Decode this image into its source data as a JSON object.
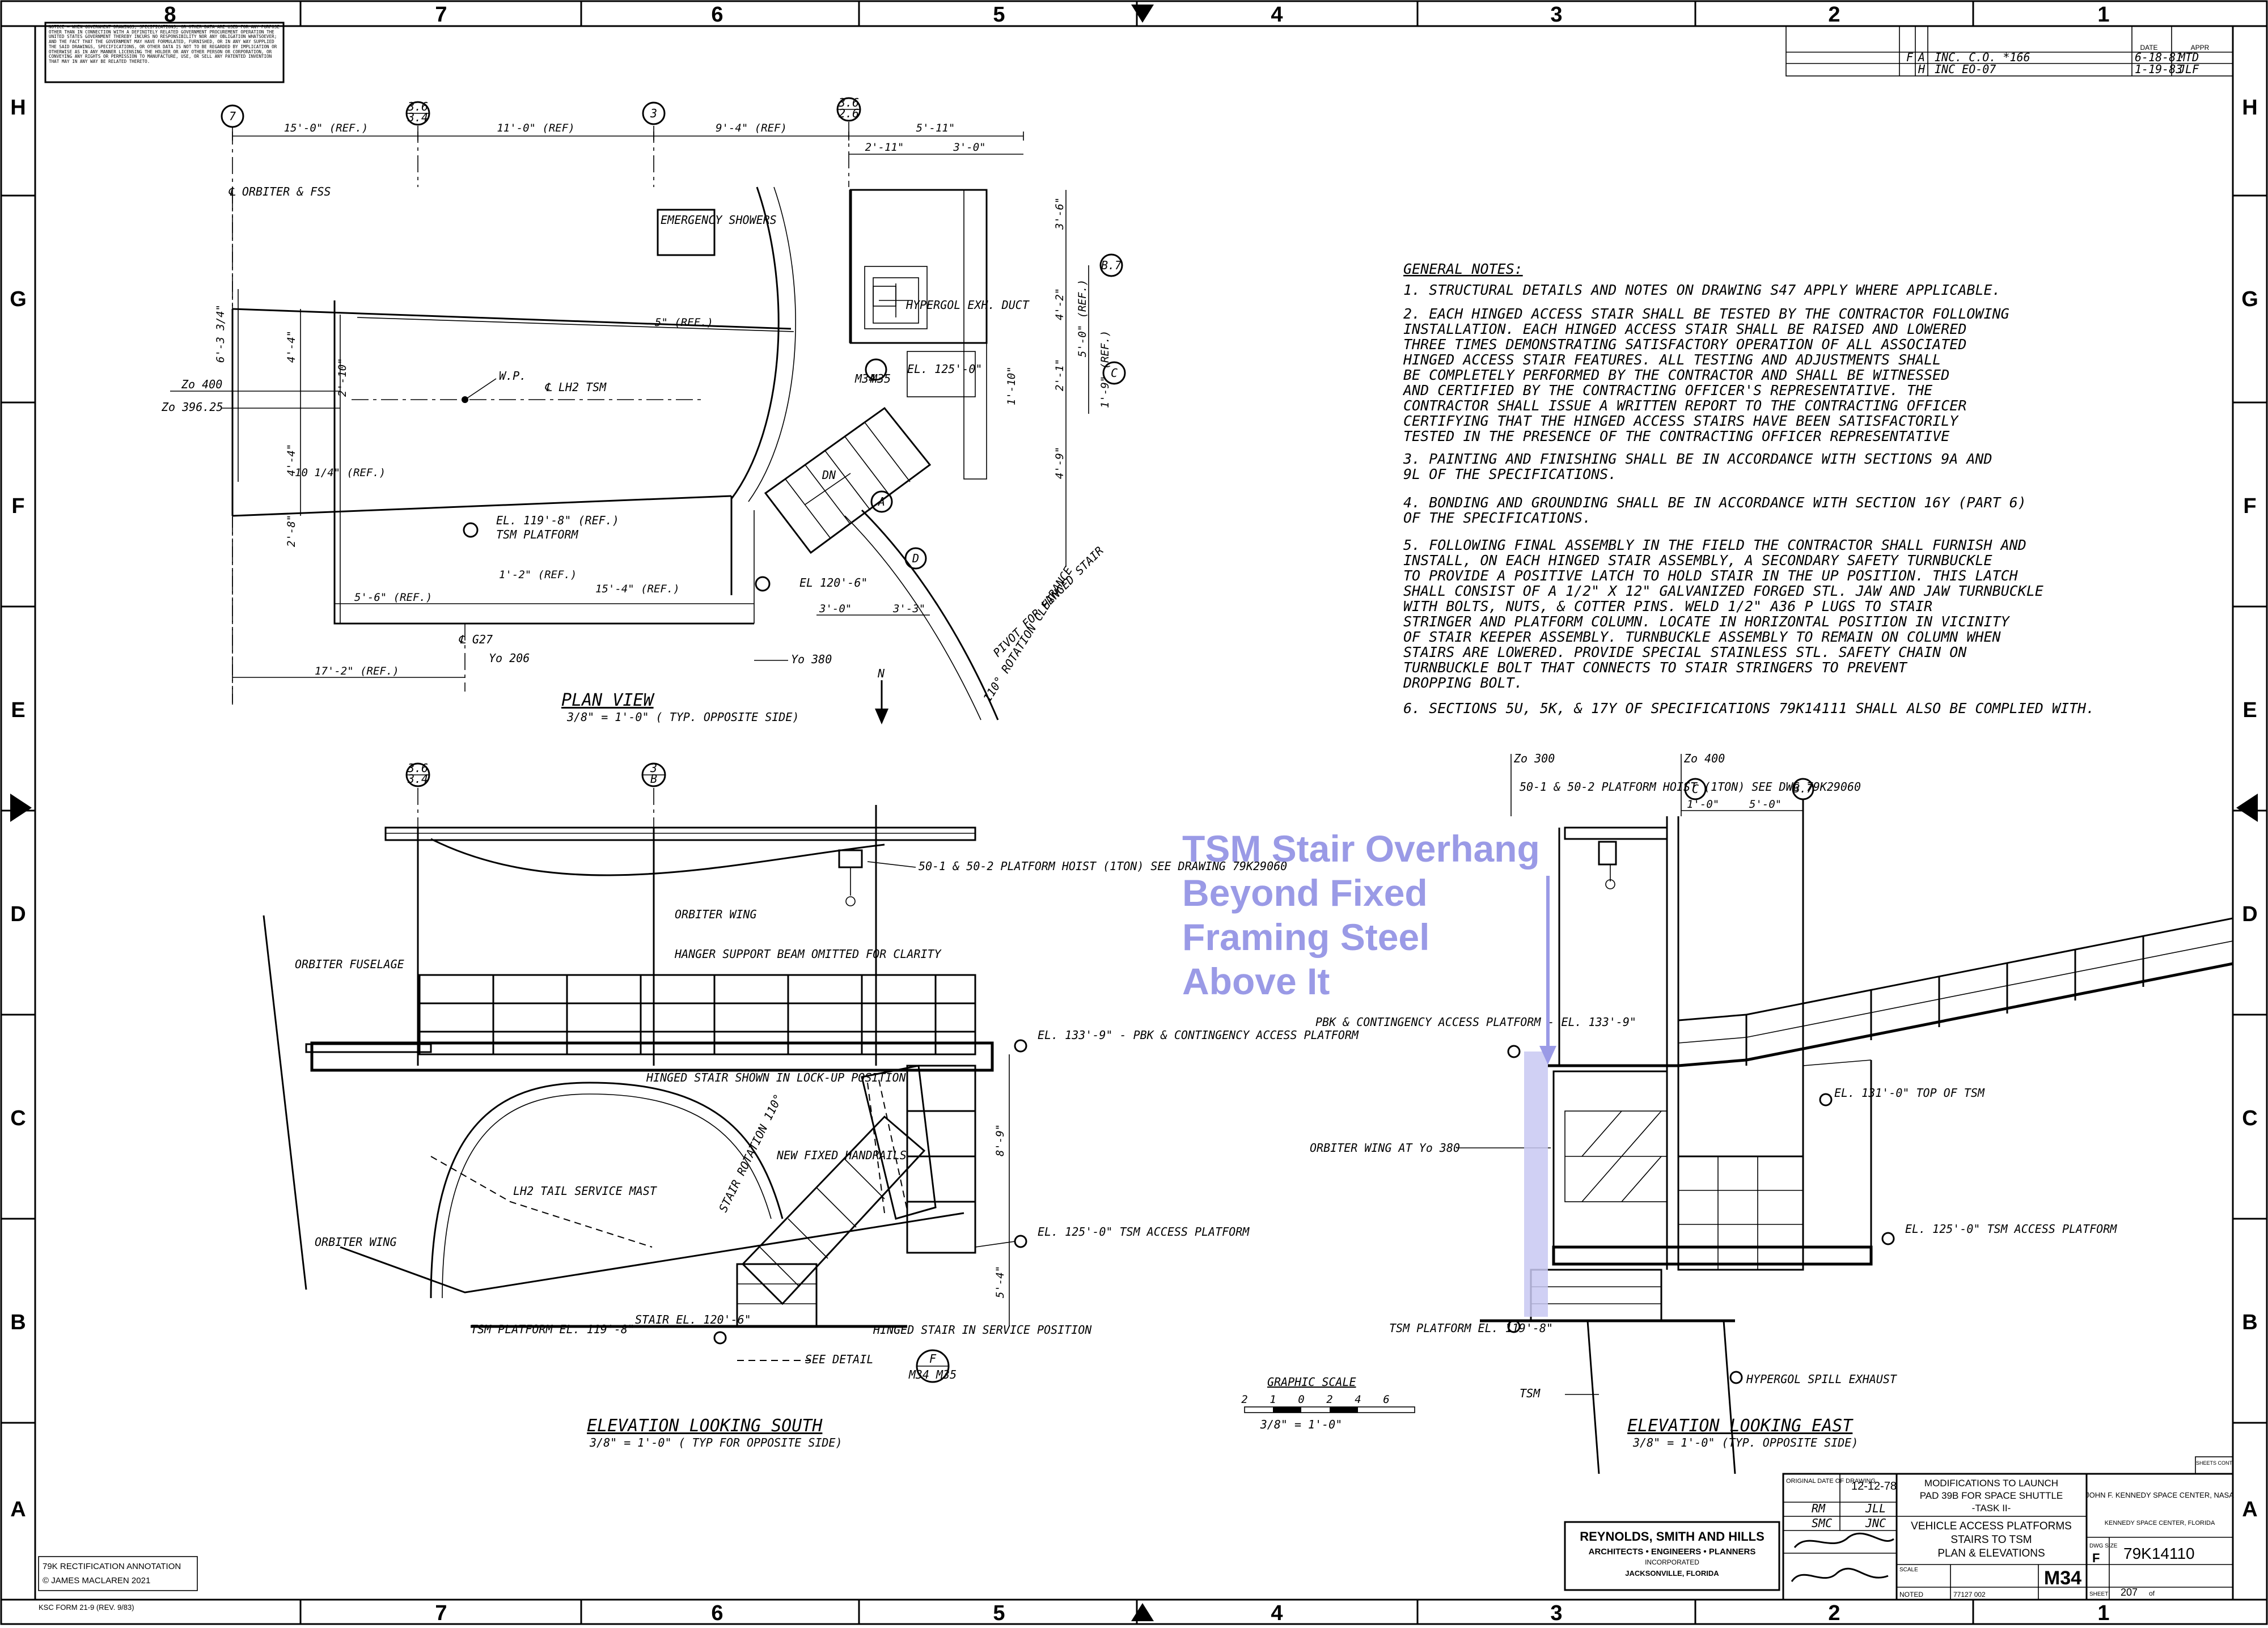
{
  "sheet": {
    "zones_columns": [
      "8",
      "7",
      "6",
      "5",
      "4",
      "3",
      "2",
      "1"
    ],
    "zones_rows": [
      "H",
      "G",
      "F",
      "E",
      "D",
      "C",
      "B",
      "A"
    ]
  },
  "corner_notice": {
    "text": "NOTICE — WHEN GOVERNMENT DRAWINGS, SPECIFICATIONS, OR OTHER DATA ARE USED FOR ANY PURPOSE OTHER THAN IN CONNECTION WITH A DEFINITELY RELATED GOVERNMENT PROCUREMENT OPERATION THE UNITED STATES GOVERNMENT THEREBY INCURS NO RESPONSIBILITY NOR ANY OBLIGATION WHATSOEVER; AND THE FACT THAT THE GOVERNMENT MAY HAVE FORMULATED, FURNISHED, OR IN ANY WAY SUPPLIED THE SAID DRAWINGS, SPECIFICATIONS, OR OTHER DATA IS NOT TO BE REGARDED BY IMPLICATION OR OTHERWISE AS IN ANY MANNER LICENSING THE HOLDER OR ANY OTHER PERSON OR CORPORATION, OR CONVEYING ANY RIGHTS OR PERMISSION TO MANUFACTURE, USE, OR SELL ANY PATENTED INVENTION THAT MAY IN ANY WAY BE RELATED THERETO."
  },
  "revisions": {
    "rows": [
      {
        "sym": "F",
        "ltr": "A",
        "desc": "INC. C.O. *166",
        "date": "6-18-81",
        "appr": "MTD"
      },
      {
        "sym": "",
        "ltr": "H",
        "desc": "INC EO-07",
        "date": "1-19-83",
        "appr": "JLF"
      }
    ],
    "hdr_date": "DATE",
    "hdr_appr": "APPR"
  },
  "general_notes": {
    "title": "GENERAL NOTES:",
    "lines": [
      "1.  STRUCTURAL DETAILS AND NOTES ON DRAWING S47 APPLY WHERE APPLICABLE.",
      "2.  EACH HINGED ACCESS STAIR SHALL BE TESTED BY THE CONTRACTOR FOLLOWING",
      "    INSTALLATION. EACH HINGED ACCESS STAIR SHALL BE RAISED AND LOWERED",
      "    THREE TIMES DEMONSTRATING SATISFACTORY OPERATION OF ALL ASSOCIATED",
      "    HINGED ACCESS STAIR FEATURES. ALL TESTING AND ADJUSTMENTS SHALL",
      "    BE COMPLETELY PERFORMED BY THE CONTRACTOR AND SHALL BE WITNESSED",
      "    AND CERTIFIED BY THE CONTRACTING OFFICER'S REPRESENTATIVE. THE",
      "    CONTRACTOR SHALL ISSUE A WRITTEN REPORT TO THE CONTRACTING OFFICER",
      "    CERTIFYING THAT THE HINGED ACCESS STAIRS HAVE BEEN SATISFACTORILY",
      "    TESTED IN THE PRESENCE OF THE CONTRACTING OFFICER REPRESENTATIVE",
      "3.  PAINTING AND FINISHING SHALL BE IN ACCORDANCE WITH SECTIONS 9A AND",
      "    9L OF THE SPECIFICATIONS.",
      "4.  BONDING AND GROUNDING SHALL BE IN ACCORDANCE WITH SECTION 16Y (PART 6)",
      "    OF THE SPECIFICATIONS.",
      "5.  FOLLOWING FINAL ASSEMBLY IN THE FIELD THE CONTRACTOR SHALL FURNISH AND",
      "    INSTALL, ON EACH HINGED STAIR ASSEMBLY, A SECONDARY SAFETY TURNBUCKLE",
      "    TO PROVIDE A POSITIVE LATCH TO HOLD STAIR IN THE UP POSITION. THIS LATCH",
      "    SHALL CONSIST OF A 1/2\" X 12\" GALVANIZED FORGED STL. JAW AND JAW TURNBUCKLE",
      "    WITH BOLTS, NUTS, & COTTER PINS. WELD 1/2\" A36 P LUGS TO STAIR",
      "    STRINGER AND PLATFORM COLUMN. LOCATE IN HORIZONTAL POSITION IN VICINITY",
      "    OF STAIR KEEPER ASSEMBLY. TURNBUCKLE ASSEMBLY TO REMAIN ON COLUMN WHEN",
      "    STAIRS ARE LOWERED. PROVIDE SPECIAL STAINLESS STL. SAFETY CHAIN ON",
      "    TURNBUCKLE BOLT THAT CONNECTS TO STAIR STRINGERS TO PREVENT",
      "    DROPPING BOLT.",
      "6.  SECTIONS 5U, 5K, & 17Y OF SPECIFICATIONS 79K14111 SHALL ALSO BE COMPLIED WITH."
    ]
  },
  "plan_view": {
    "title": "PLAN VIEW",
    "scale": "3/8\" = 1'-0\"  ( TYP. OPPOSITE SIDE)",
    "grid_bubbles": [
      "7",
      "3.6",
      "3",
      "3.6",
      "B.7",
      "C"
    ],
    "grid_sub": [
      "",
      "3.4",
      "",
      "2.6",
      "",
      ""
    ],
    "dims_top": [
      "15'-0\" (REF.)",
      "11'-0\" (REF)",
      "9'-4\" (REF)",
      "5'-11\"",
      "2'-11\"",
      "3'-0\""
    ],
    "labels": {
      "orbiter": "℄ ORBITER & FSS",
      "showers": "EMERGENCY SHOWERS",
      "hypergol": "HYPERGOL EXH. DUCT",
      "wp": "W.P.",
      "lh2": "℄ LH2 TSM",
      "el125": "EL. 125'-0\"",
      "el119": "EL. 119'-8\" (REF.)",
      "tsm_platform": "TSM PLATFORM",
      "el120": "EL 120'-6\"",
      "pivot": "PIVOT FOR HINGED STAIR",
      "clearance": "110° ROTATION CLEARANCE",
      "dn": "DN",
      "zo400": "Zo 400",
      "zo396": "Zo 396.25",
      "y380": "Yo 380",
      "y206": "Yo 206",
      "g27": "℄ G27",
      "north": "N",
      "ref_m34": "M34",
      "ref_m35": "M35",
      "det_a": "A",
      "det_d": "D"
    },
    "dims": [
      "6'-3 3/4\"",
      "4'-4\"",
      "2'-10\"",
      "4'-4\"",
      "10 1/4\" (REF.)",
      "2'-8\"",
      "5'-6\" (REF.)",
      "15'-4\" (REF.)",
      "17'-2\" (REF.)",
      "1'-2\" (REF.)",
      "5\" (REF.)",
      "3'-0\"",
      "3'-3\"",
      "4'-2\"",
      "2'-1\"",
      "4'-9\"",
      "5'-0\" (REF.)",
      "1'-9\" (REF.)",
      "3'-6\"",
      "1'-10\""
    ]
  },
  "elev_south": {
    "title": "ELEVATION LOOKING SOUTH",
    "scale": "3/8\" = 1'-0\"  ( TYP FOR OPPOSITE SIDE)",
    "grid_bubbles": [
      "3.6",
      "3"
    ],
    "grid_sub": [
      "3.4",
      "B"
    ],
    "labels": {
      "hoist": "50-1 & 50-2 PLATFORM HOIST (1TON) SEE DRAWING 79K29060",
      "wing": "ORBITER WING",
      "hanger": "HANGER SUPPORT BEAM OMITTED FOR CLARITY",
      "fuselage": "ORBITER FUSELAGE",
      "el133": "EL. 133'-9\" - PBK & CONTINGENCY ACCESS PLATFORM",
      "hinged_lock": "HINGED STAIR SHOWN IN LOCK-UP POSITION",
      "rotation": "STAIR ROTATION 110°",
      "handrails": "NEW FIXED HANDRAILS",
      "lh2": "LH2 TAIL SERVICE MAST",
      "wing2": "ORBITER WING",
      "el125": "EL. 125'-0\" TSM ACCESS PLATFORM",
      "tsm_platform": "TSM PLATFORM EL. 119'-8\"",
      "stair": "STAIR EL. 120'-6\"",
      "hinged_service": "HINGED STAIR IN SERVICE POSITION",
      "see_detail": "SEE DETAIL",
      "det_f": "F",
      "det_ref": "M34 M35",
      "dim_89": "8'-9\"",
      "dim_54": "5'-4\""
    }
  },
  "elev_east": {
    "title": "ELEVATION LOOKING EAST",
    "scale": "3/8\" = 1'-0\"  (TYP. OPPOSITE SIDE)",
    "grid_bubbles": [
      "C",
      "B.7"
    ],
    "labels": {
      "zo300": "Zo 300",
      "zo400": "Zo 400",
      "hoist": "50-1 & 50-2 PLATFORM HOIST (1TON) SEE DWG 79K29060",
      "dim_10": "1'-0\"",
      "dim_50": "5'-0\"",
      "pbk": "PBK & CONTINGENCY ACCESS PLATFORM - EL. 133'-9\"",
      "el131": "EL. 131'-0\" TOP OF TSM",
      "wing": "ORBITER WING AT Yo 380",
      "el125": "EL. 125'-0\" TSM ACCESS PLATFORM",
      "tsm_platform": "TSM PLATFORM EL. 119'-8\"",
      "tsm": "TSM",
      "spill": "HYPERGOL SPILL EXHAUST"
    }
  },
  "graphic_scale": {
    "title": "GRAPHIC SCALE",
    "ticks": [
      "2",
      "1",
      "0",
      "2",
      "4",
      "6"
    ],
    "scale": "3/8\" = 1'-0\""
  },
  "annotation": {
    "lines": [
      "TSM Stair Overhang",
      "Beyond Fixed",
      "Framing Steel",
      "Above It"
    ],
    "color": "#9a9ae6",
    "highlight_color": "#c8c8f2"
  },
  "title_block": {
    "original_date_label": "ORIGINAL DATE OF DRAWING",
    "original_date": "12-12-78",
    "drawn": "RM",
    "checked": "JLL",
    "engineer": "SMC",
    "supervisor": "JNC",
    "project_lines": [
      "MODIFICATIONS TO LAUNCH",
      "PAD 39B FOR SPACE SHUTTLE",
      "-TASK II-"
    ],
    "title_lines": [
      "VEHICLE ACCESS PLATFORMS",
      "STAIRS TO TSM",
      "PLAN & ELEVATIONS"
    ],
    "agency": "JOHN F. KENNEDY SPACE CENTER, NASA",
    "agency_sub": "KENNEDY SPACE CENTER, FLORIDA",
    "size_label": "DWG SIZE",
    "size": "F",
    "drawing_no": "79K14110",
    "sheet_code": "M34",
    "scale": "NOTED",
    "scale_label": "SCALE",
    "fsc": "77127 002",
    "sheet": "207",
    "sheet_of": "of",
    "firm_name": "REYNOLDS, SMITH AND HILLS",
    "firm_tag": "ARCHITECTS • ENGINEERS • PLANNERS",
    "firm_inc": "INCORPORATED",
    "firm_city": "JACKSONVILLE, FLORIDA",
    "sheet_small": "SHEET",
    "watermark_box": "SHEETS CONT"
  },
  "footer": {
    "rectification": "79K RECTIFICATION ANNOTATION",
    "copyright": "© JAMES MACLAREN 2021",
    "form": "KSC FORM 21-9 (REV. 9/83)"
  }
}
